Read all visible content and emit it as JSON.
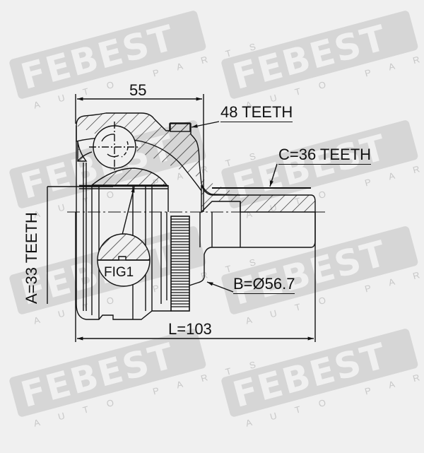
{
  "watermark": {
    "brand": "FEBEST",
    "tagline": "AUTO PARTS",
    "box_color": "#d6d6d6"
  },
  "drawing": {
    "title": "CV joint outer technical drawing",
    "background_color": "#f0f0f0",
    "line_color": "#111111"
  },
  "dimensions": {
    "width_top": "55",
    "spline_outer_teeth": "48 TEETH",
    "stub_shaft_teeth": "C=36 TEETH",
    "inner_teeth": "A=33 TEETH",
    "diameter": "B=Ø56.7",
    "length": "L=103"
  },
  "figure": {
    "detail_label": "FIG1"
  }
}
